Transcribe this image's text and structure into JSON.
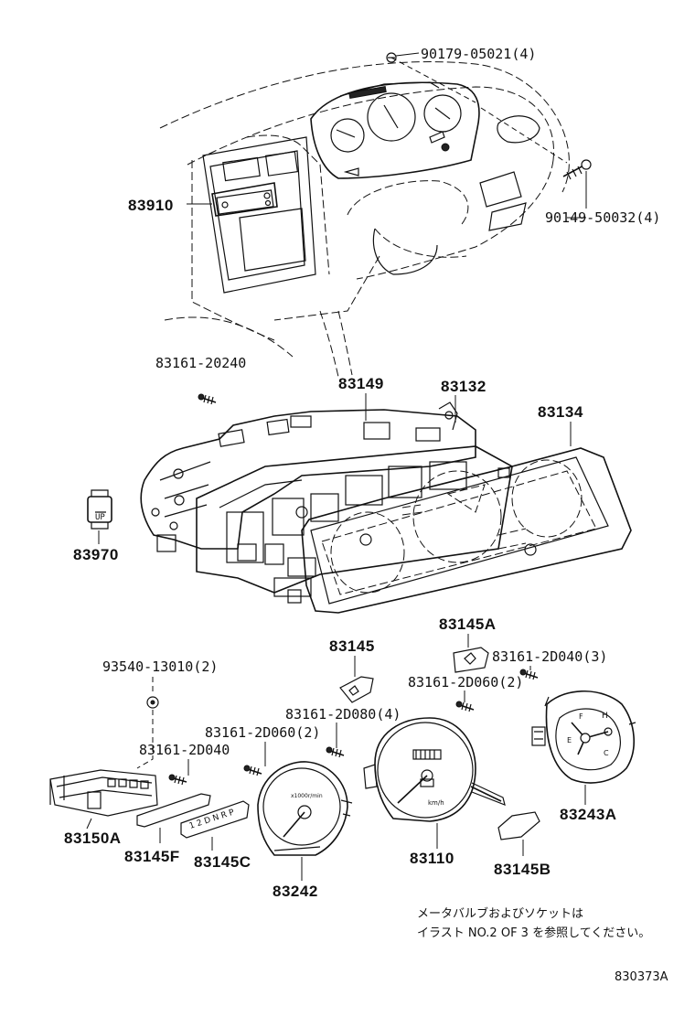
{
  "labels": {
    "p90179": "90179-05021(4)",
    "p83910": "83910",
    "p90149": "90149-50032(4)",
    "p83161_20240": "83161-20240",
    "p83149": "83149",
    "p83132": "83132",
    "p83134": "83134",
    "p83970": "83970",
    "p83145": "83145",
    "p83145A": "83145A",
    "p83161_2D040_3": "83161-2D040(3)",
    "p93540": "93540-13010(2)",
    "p83161_2D060_2a": "83161-2D060(2)",
    "p83161_2D080": "83161-2D080(4)",
    "p83161_2D060_2b": "83161-2D060(2)",
    "p83161_2D040": "83161-2D040",
    "p83243A": "83243A",
    "p83150A": "83150A",
    "p83145F": "83145F",
    "p83145C": "83145C",
    "p83110": "83110",
    "p83145B": "83145B",
    "p83242": "83242"
  },
  "note": {
    "line1": "メータバルブおよびソケットは",
    "line2": "イラスト NO.2 OF 3 を参照してください。"
  },
  "diagram_id": "830373A",
  "dial_text": {
    "gear_indicator": "1 2 D N R P",
    "kmh": "km/h",
    "rpm_unit": "x1000r/min",
    "temp_h": "H",
    "temp_c": "C",
    "fuel_f": "F",
    "fuel_e": "E"
  }
}
